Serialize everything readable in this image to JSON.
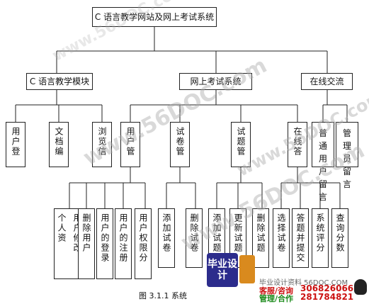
{
  "diagram": {
    "root": "C 语言教学网站及网上考试系统",
    "level1": [
      "C 语言教学模块",
      "网上考试系统",
      "在线交流"
    ],
    "c_module_children": [
      "用户登",
      "文档编",
      "浏览信"
    ],
    "exam_children": [
      "用户管",
      "试卷管",
      "试题管",
      "在线答"
    ],
    "forum_children": [
      "普通用户留言",
      "管理员留言"
    ],
    "user_mgmt_children": [
      "用户修改个人资",
      "删除用户",
      "用户的登录",
      "用户的注册",
      "用户权限分"
    ],
    "paper_mgmt_children": [
      "添加试卷",
      "删除试卷"
    ],
    "question_mgmt_children": [
      "添加试题",
      "更新试题",
      "删除试题"
    ],
    "answer_children": [
      "选择试卷",
      "答题并提交",
      "系统评分",
      "查询分数"
    ]
  },
  "caption": "图 3.1.1 系统",
  "watermarks": [
    "www.56DOC.com",
    "www.56DOC.com",
    "www.56DOC.com",
    "www.56DOC.com"
  ],
  "banner": {
    "logo_text": "毕业设计",
    "site_text": "毕业设计资料 56DOC.COM",
    "line1_label": "客服/咨询",
    "line1_number": "306826066",
    "line2_label": "管理/合作",
    "line2_number": "281784821"
  },
  "colors": {
    "line": "#222222",
    "watermark": "#aaaaaa",
    "banner_red": "#cc1111",
    "banner_green": "#1a8a1a"
  }
}
